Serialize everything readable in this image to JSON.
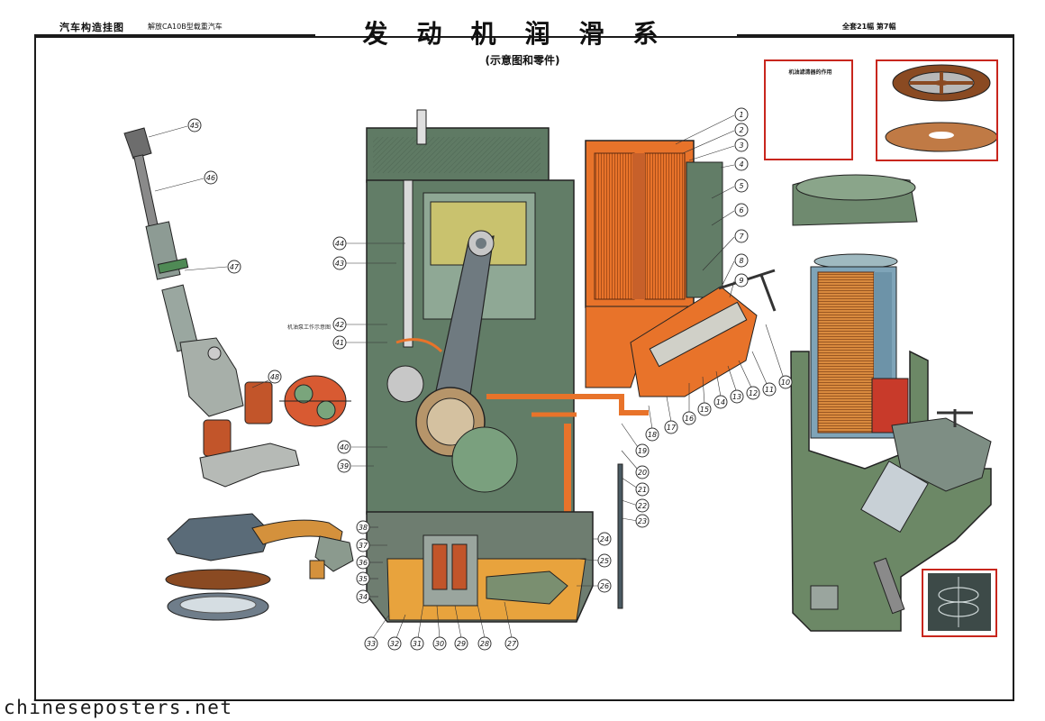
{
  "header": {
    "series": "汽车构造挂图",
    "series_sub": "解放CA10B型载重汽车",
    "title": "发动机润滑系",
    "subtitle": "(示意图和零件)",
    "plate": "全套21幅 第7幅"
  },
  "note": {
    "title": "机油滤清器的作用"
  },
  "pump_label": "机油泵工作示意图",
  "watermark": "chineseposters.net",
  "colors": {
    "engine_green": "#5f7a64",
    "oil_orange": "#e8732a",
    "frame_red": "#c8261d",
    "copper": "#c07a45"
  },
  "callouts": {
    "part_a": "1",
    "part_b": "2",
    "part_c": "3",
    "part_d": "4",
    "part_e": "5",
    "part_f": "6",
    "part_g": "7",
    "part_h": "8",
    "part_i": "9",
    "part_j": "10",
    "part_k": "11",
    "part_l": "12",
    "part_m": "13",
    "part_n": "14",
    "part_o": "15",
    "part_p": "16",
    "part_q": "17",
    "part_r": "18",
    "part_s": "19",
    "part_t": "20",
    "part_u": "21",
    "part_v": "22",
    "part_w": "23",
    "part_x": "24",
    "part_y": "25",
    "part_z": "26",
    "part_27": "27",
    "part_28": "28",
    "part_29": "29",
    "part_30": "30",
    "part_31": "31",
    "part_32": "32",
    "part_33": "33",
    "part_34": "34",
    "part_35": "35",
    "part_36": "36",
    "part_37": "37",
    "part_38": "38",
    "part_39": "39",
    "part_40": "40",
    "part_41": "41",
    "part_42": "42",
    "part_43": "43",
    "part_44": "44",
    "part_45": "45",
    "part_46": "46",
    "part_47": "47",
    "part_48": "48"
  }
}
